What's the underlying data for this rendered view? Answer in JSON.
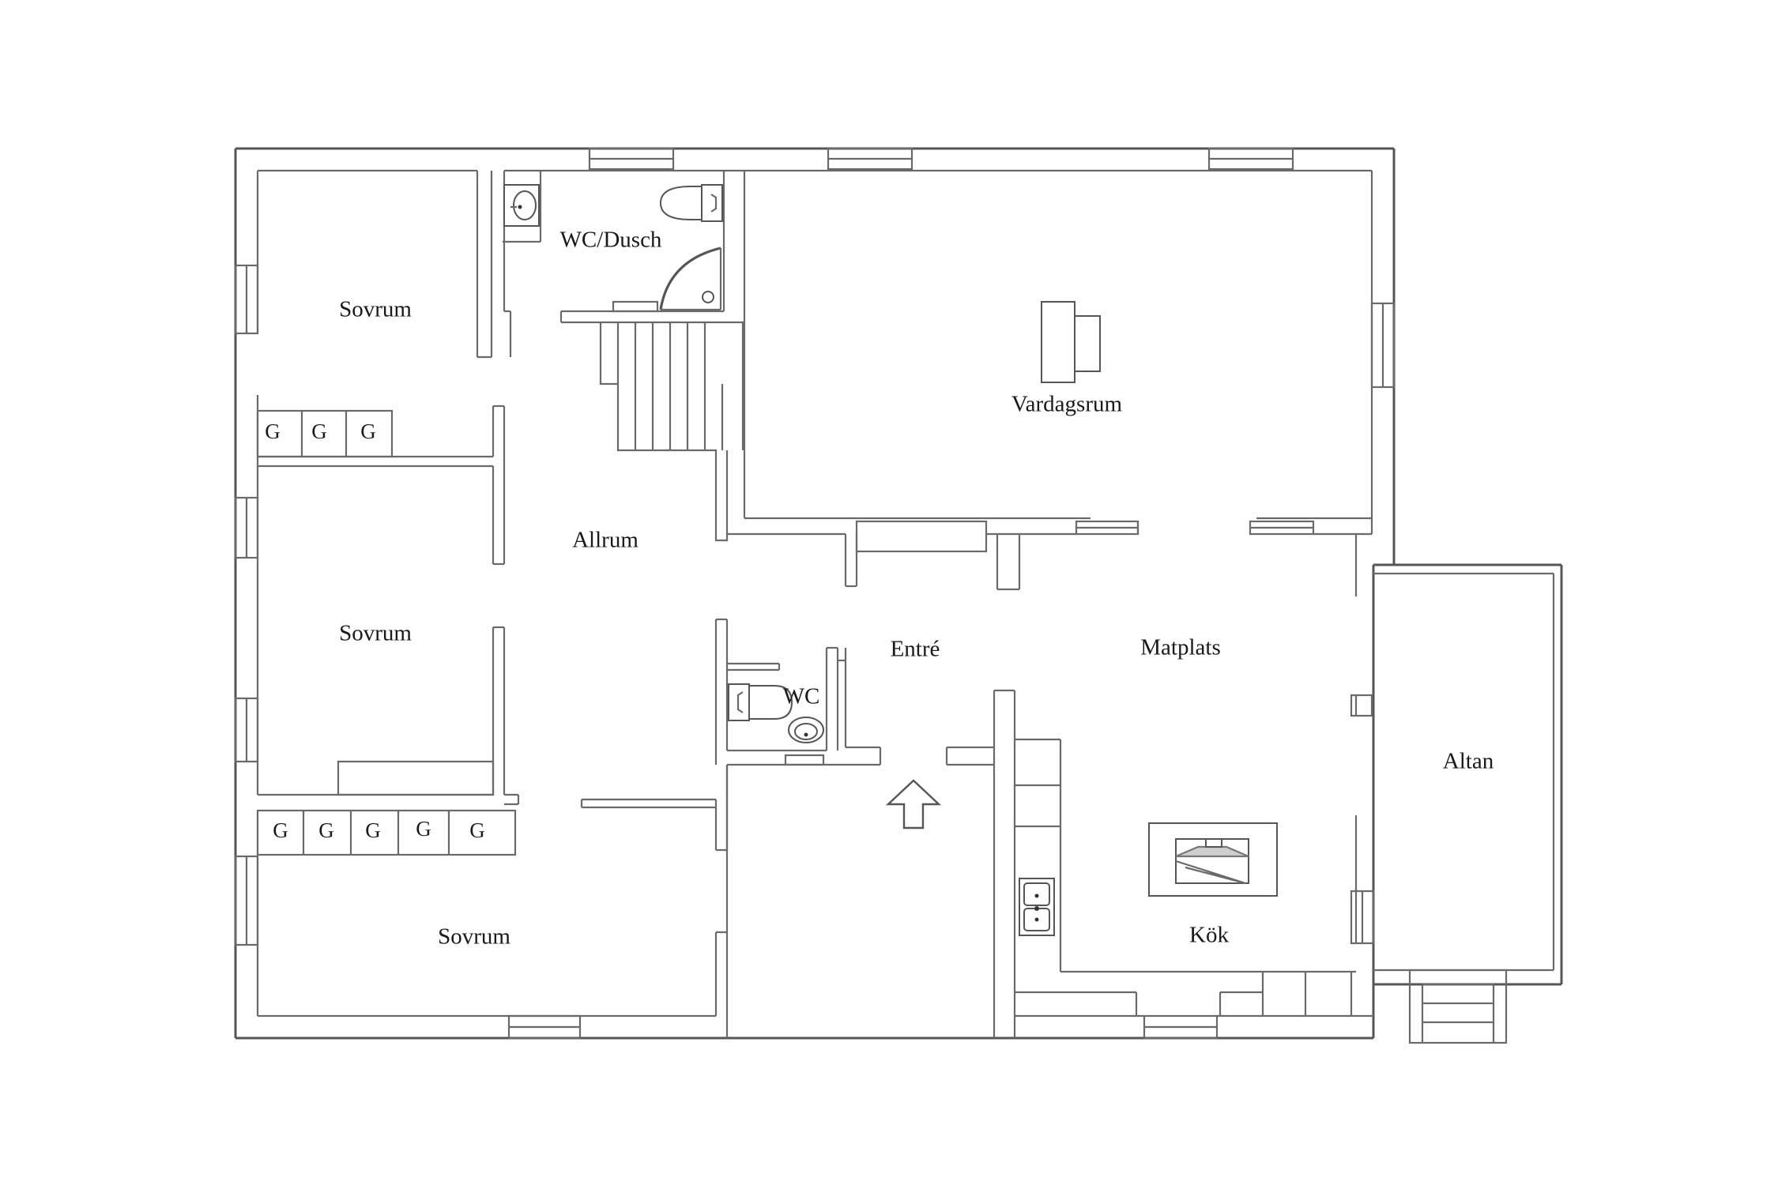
{
  "rooms": {
    "sovrum_top": "Sovrum",
    "sovrum_mid": "Sovrum",
    "sovrum_bottom": "Sovrum",
    "wc_dusch": "WC/Dusch",
    "vardagsrum": "Vardagsrum",
    "allrum": "Allrum",
    "entre": "Entré",
    "wc": "WC",
    "matplats": "Matplats",
    "altan": "Altan",
    "kok": "Kök"
  },
  "closets": {
    "top_row": [
      "G",
      "G",
      "G"
    ],
    "bottom_row": [
      "G",
      "G",
      "G",
      "G",
      "G"
    ]
  },
  "colors": {
    "wall": "#6a6a6a",
    "text": "#1a1a1a",
    "background": "#ffffff"
  },
  "icons": [
    "entrance-arrow-icon",
    "toilet-icon",
    "sink-icon",
    "shower-icon",
    "stove-icon",
    "double-sink-icon"
  ]
}
